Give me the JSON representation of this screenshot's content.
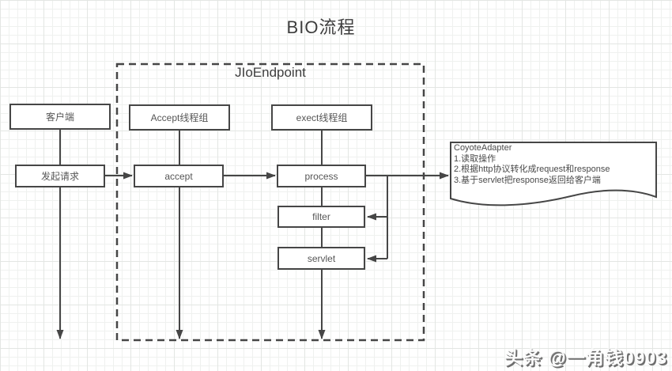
{
  "title": "BIO流程",
  "endpoint_label": "JIoEndpoint",
  "nodes": {
    "client": "客户端",
    "request": "发起请求",
    "accept_group": "Accept线程组",
    "accept": "accept",
    "exec_group": "exect线程组",
    "process": "process",
    "filter": "filter",
    "servlet": "servlet"
  },
  "document": {
    "title": "CoyoteAdapter",
    "lines": [
      "1.读取操作",
      "2.根据http协议转化成request和response",
      "3.基于servlet把response返回给客户端"
    ]
  },
  "watermark": "头条 @一角钱0903",
  "colors": {
    "line": "#464646",
    "box_fill": "#ffffff",
    "text": "#565656",
    "grid_minor": "#eff1ef",
    "grid_major": "#e3e6e3"
  }
}
